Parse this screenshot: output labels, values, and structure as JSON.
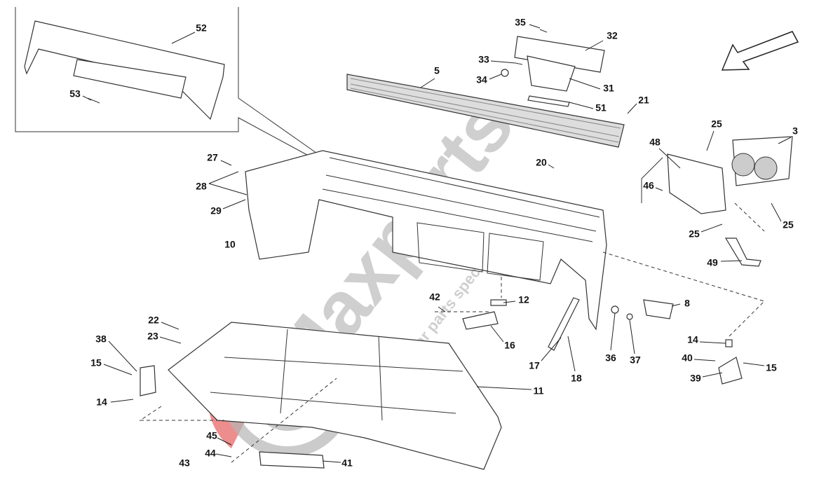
{
  "watermark": {
    "brand": "Maxparts",
    "tagline": "Exclusive car parts specialist",
    "logo_color": "#e03030",
    "wheel_color": "#b5b5b5"
  },
  "callouts": {
    "p52": "52",
    "p53": "53",
    "p35": "35",
    "p32": "32",
    "p33": "33",
    "p34": "34",
    "p31": "31",
    "p51": "51",
    "p5": "5",
    "p21": "21",
    "p25a": "25",
    "p3": "3",
    "p48": "48",
    "p20": "20",
    "p27": "27",
    "p28": "28",
    "p29": "29",
    "p46": "46",
    "p25b": "25",
    "p25c": "25",
    "p10": "10",
    "p49": "49",
    "p12": "12",
    "p42": "42",
    "p8": "8",
    "p16": "16",
    "p22": "22",
    "p23": "23",
    "p38": "38",
    "p17": "17",
    "p18": "18",
    "p36": "36",
    "p37": "37",
    "p14a": "14",
    "p40": "40",
    "p15a": "15",
    "p39": "39",
    "p15b": "15",
    "p14b": "14",
    "p11": "11",
    "p45": "45",
    "p44": "44",
    "p43": "43",
    "p41": "41"
  },
  "icons": {
    "direction": "arrow-down-left-icon"
  }
}
